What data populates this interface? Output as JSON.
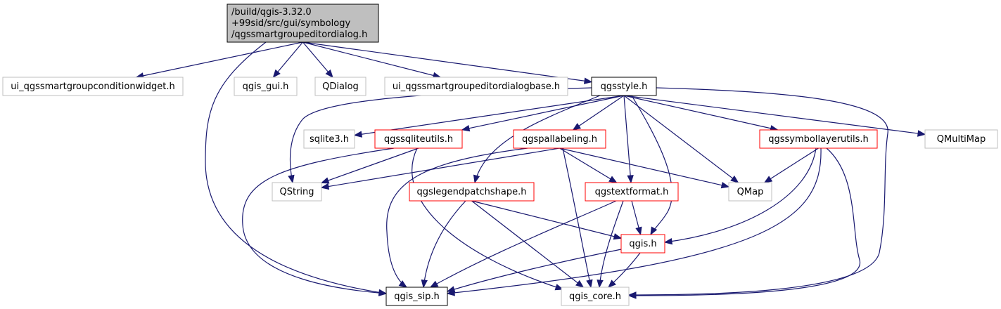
{
  "graph": {
    "nodes": [
      {
        "id": "root",
        "lines": [
          "/build/qgis-3.32.0",
          "+99sid/src/gui/symbology",
          "/qgssmartgroupeditordialog.h"
        ],
        "border": "#000000",
        "fill": "#bfbfbf"
      },
      {
        "id": "ui_cond",
        "lines": [
          "ui_qgssmartgroupconditionwidget.h"
        ],
        "border": "#bfbfbf",
        "fill": "#ffffff"
      },
      {
        "id": "qgis_gui",
        "lines": [
          "qgis_gui.h"
        ],
        "border": "#bfbfbf",
        "fill": "#ffffff"
      },
      {
        "id": "qdialog",
        "lines": [
          "QDialog"
        ],
        "border": "#bfbfbf",
        "fill": "#ffffff"
      },
      {
        "id": "ui_base",
        "lines": [
          "ui_qgssmartgroupeditordialogbase.h"
        ],
        "border": "#bfbfbf",
        "fill": "#ffffff"
      },
      {
        "id": "qgsstyle",
        "lines": [
          "qgsstyle.h"
        ],
        "border": "#000000",
        "fill": "#ffffff"
      },
      {
        "id": "sqlite3",
        "lines": [
          "sqlite3.h"
        ],
        "border": "#bfbfbf",
        "fill": "#ffffff"
      },
      {
        "id": "sqliteutils",
        "lines": [
          "qgssqliteutils.h"
        ],
        "border": "#ff0000",
        "fill": "#ffffff"
      },
      {
        "id": "pallabeling",
        "lines": [
          "qgspallabeling.h"
        ],
        "border": "#ff0000",
        "fill": "#ffffff"
      },
      {
        "id": "symlayerutils",
        "lines": [
          "qgssymbollayerutils.h"
        ],
        "border": "#ff0000",
        "fill": "#ffffff"
      },
      {
        "id": "qmultimap",
        "lines": [
          "QMultiMap"
        ],
        "border": "#bfbfbf",
        "fill": "#ffffff"
      },
      {
        "id": "qstring",
        "lines": [
          "QString"
        ],
        "border": "#bfbfbf",
        "fill": "#ffffff"
      },
      {
        "id": "legendpatch",
        "lines": [
          "qgslegendpatchshape.h"
        ],
        "border": "#ff0000",
        "fill": "#ffffff"
      },
      {
        "id": "textformat",
        "lines": [
          "qgstextformat.h"
        ],
        "border": "#ff0000",
        "fill": "#ffffff"
      },
      {
        "id": "qmap",
        "lines": [
          "QMap"
        ],
        "border": "#bfbfbf",
        "fill": "#ffffff"
      },
      {
        "id": "qgis",
        "lines": [
          "qgis.h"
        ],
        "border": "#ff0000",
        "fill": "#ffffff"
      },
      {
        "id": "qgis_sip",
        "lines": [
          "qgis_sip.h"
        ],
        "border": "#000000",
        "fill": "#ffffff"
      },
      {
        "id": "qgis_core",
        "lines": [
          "qgis_core.h"
        ],
        "border": "#bfbfbf",
        "fill": "#ffffff"
      }
    ],
    "edges": [
      {
        "from": "root",
        "to": "ui_cond"
      },
      {
        "from": "root",
        "to": "qgis_gui"
      },
      {
        "from": "root",
        "to": "qdialog"
      },
      {
        "from": "root",
        "to": "ui_base"
      },
      {
        "from": "root",
        "to": "qgsstyle"
      },
      {
        "from": "root",
        "to": "qgis_sip"
      },
      {
        "from": "qgsstyle",
        "to": "sqlite3"
      },
      {
        "from": "qgsstyle",
        "to": "sqliteutils"
      },
      {
        "from": "qgsstyle",
        "to": "pallabeling"
      },
      {
        "from": "qgsstyle",
        "to": "symlayerutils"
      },
      {
        "from": "qgsstyle",
        "to": "qmultimap"
      },
      {
        "from": "qgsstyle",
        "to": "qstring"
      },
      {
        "from": "qgsstyle",
        "to": "legendpatch"
      },
      {
        "from": "qgsstyle",
        "to": "textformat"
      },
      {
        "from": "qgsstyle",
        "to": "qmap"
      },
      {
        "from": "qgsstyle",
        "to": "qgis"
      },
      {
        "from": "qgsstyle",
        "to": "qgis_core"
      },
      {
        "from": "sqliteutils",
        "to": "qstring"
      },
      {
        "from": "sqliteutils",
        "to": "qgis_sip"
      },
      {
        "from": "sqliteutils",
        "to": "qgis_core"
      },
      {
        "from": "pallabeling",
        "to": "qstring"
      },
      {
        "from": "pallabeling",
        "to": "textformat"
      },
      {
        "from": "pallabeling",
        "to": "qmap"
      },
      {
        "from": "pallabeling",
        "to": "qgis_sip"
      },
      {
        "from": "pallabeling",
        "to": "qgis_core"
      },
      {
        "from": "symlayerutils",
        "to": "qmap"
      },
      {
        "from": "symlayerutils",
        "to": "qgis"
      },
      {
        "from": "symlayerutils",
        "to": "qgis_sip"
      },
      {
        "from": "symlayerutils",
        "to": "qgis_core"
      },
      {
        "from": "legendpatch",
        "to": "qgis"
      },
      {
        "from": "legendpatch",
        "to": "qgis_sip"
      },
      {
        "from": "legendpatch",
        "to": "qgis_core"
      },
      {
        "from": "textformat",
        "to": "qgis"
      },
      {
        "from": "textformat",
        "to": "qgis_sip"
      },
      {
        "from": "textformat",
        "to": "qgis_core"
      },
      {
        "from": "qgis",
        "to": "qgis_sip"
      },
      {
        "from": "qgis",
        "to": "qgis_core"
      }
    ]
  }
}
